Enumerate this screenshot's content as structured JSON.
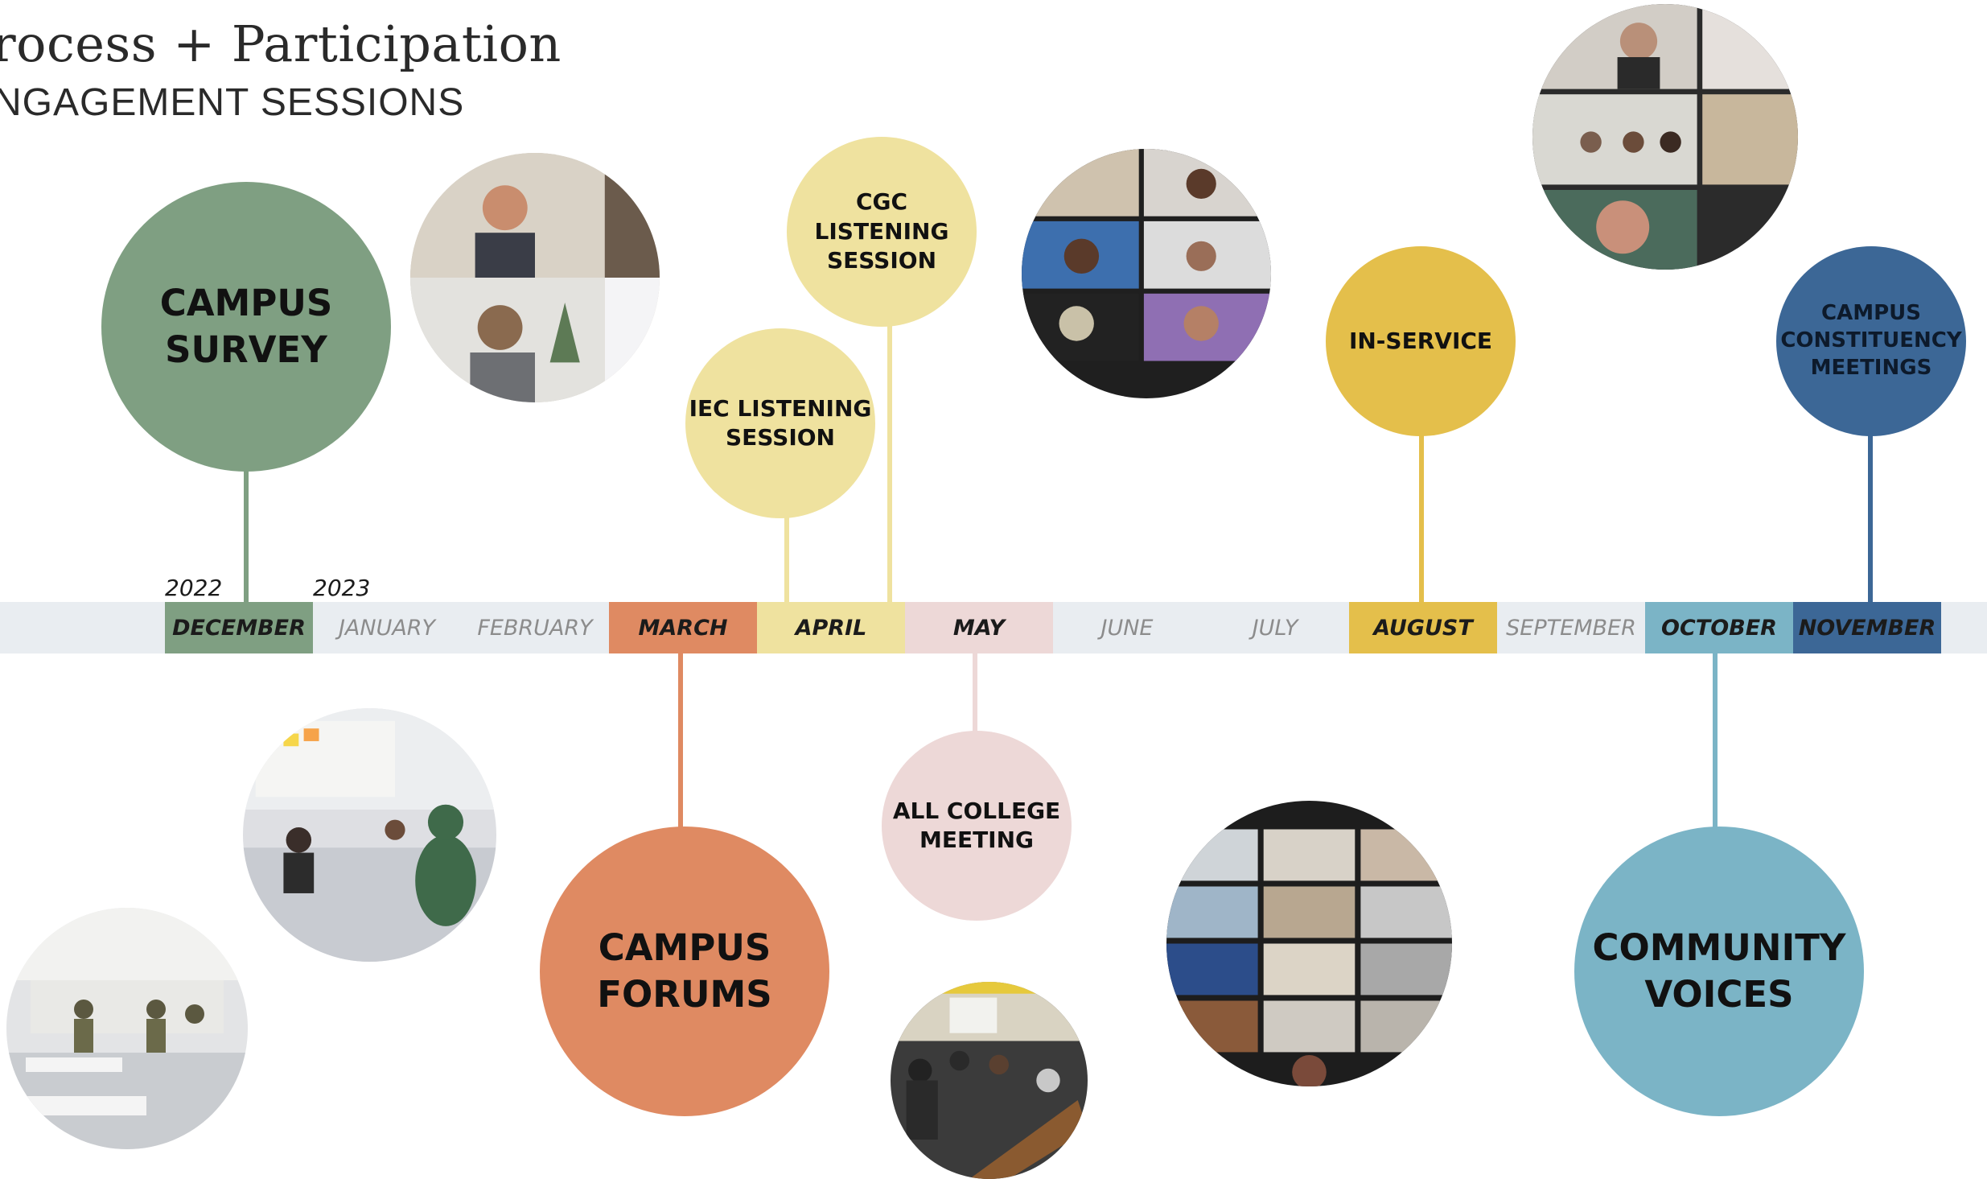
{
  "header": {
    "title": "rocess + Participation",
    "subtitle": "NGAGEMENT SESSIONS"
  },
  "timeline": {
    "years": [
      "2022",
      "2023"
    ],
    "months": [
      {
        "label": "DECEMBER",
        "active": true,
        "color": "#7f9f82"
      },
      {
        "label": "JANUARY",
        "active": false
      },
      {
        "label": "FEBRUARY",
        "active": false
      },
      {
        "label": "MARCH",
        "active": true,
        "color": "#df8a62"
      },
      {
        "label": "APRIL",
        "active": true,
        "color": "#efe29f"
      },
      {
        "label": "MAY",
        "active": true,
        "color": "#edd8d7"
      },
      {
        "label": "JUNE",
        "active": false
      },
      {
        "label": "JULY",
        "active": false
      },
      {
        "label": "AUGUST",
        "active": true,
        "color": "#e4bf4b"
      },
      {
        "label": "SEPTEMBER",
        "active": false
      },
      {
        "label": "OCTOBER",
        "active": true,
        "color": "#7bb4c6"
      },
      {
        "label": "NOVEMBER",
        "active": true,
        "color": "#3c6796"
      }
    ]
  },
  "events": {
    "campus_survey": "CAMPUS\nSURVEY",
    "iec": "IEC LISTENING\nSESSION",
    "cgc": "CGC LISTENING\nSESSION",
    "in_service": "IN-SERVICE",
    "constituency": "CAMPUS\nCONSTITUENCY\nMEETINGS",
    "campus_forums": "CAMPUS\nFORUMS",
    "all_college": "ALL COLLEGE\nMEETING",
    "community_voices": "COMMUNITY\nVOICES"
  },
  "colors": {
    "green": "#7f9f82",
    "orange": "#df8a62",
    "light_yellow": "#efe29f",
    "pink": "#edd8d7",
    "gold": "#e4bf4b",
    "teal": "#7bb4c6",
    "navy": "#3c6796",
    "band": "#e9edf1"
  }
}
